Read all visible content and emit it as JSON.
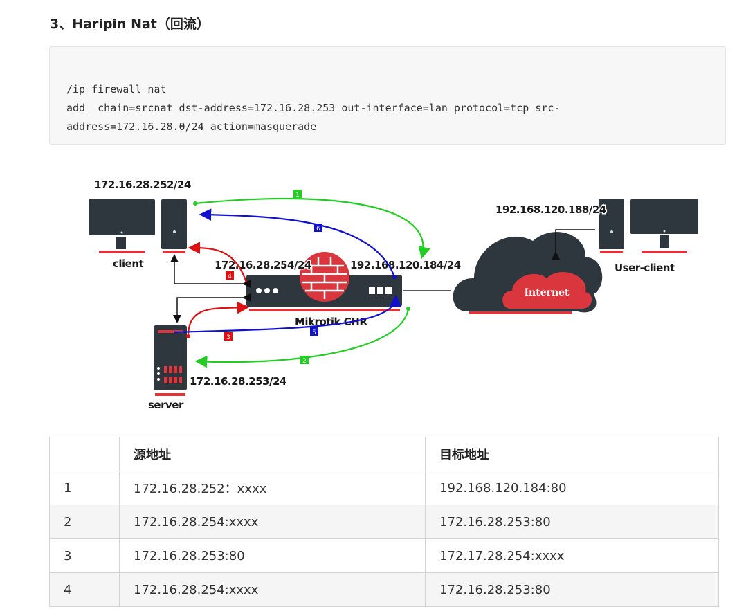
{
  "heading": "3、Haripin Nat（回流）",
  "code": {
    "lines": [
      "/ip firewall nat",
      "add  chain=srcnat dst-address=172.16.28.253 out-interface=lan protocol=tcp src-",
      "address=172.16.28.0/24 action=masquerade"
    ]
  },
  "diagram": {
    "client_ip": "172.16.28.252/24",
    "client_label": "client",
    "router_lan_ip": "172.16.28.254/24",
    "router_wan_ip": "192.168.120.184/24",
    "router_label": "Mikrotik CHR",
    "server_ip": "172.16.28.253/24",
    "server_label": "server",
    "internet_label": "Internet",
    "user_ip": "192.168.120.188/24",
    "user_label": "User-client",
    "steps": [
      "1",
      "2",
      "3",
      "4",
      "5",
      "6"
    ],
    "colors": {
      "step1_2": "#22cc22",
      "step3_4": "#dd1111",
      "step5_6": "#1111cc",
      "device": "#2e363e",
      "accent": "#d9363e"
    }
  },
  "table": {
    "headers": [
      "",
      "源地址",
      "目标地址"
    ],
    "rows": [
      [
        "1",
        "172.16.28.252：xxxx",
        "192.168.120.184:80"
      ],
      [
        "2",
        "172.16.28.254:xxxx",
        "172.16.28.253:80"
      ],
      [
        "3",
        "172.16.28.253:80",
        "172.17.28.254:xxxx"
      ],
      [
        "4",
        "172.16.28.254:xxxx",
        "172.16.28.253:80"
      ]
    ]
  }
}
